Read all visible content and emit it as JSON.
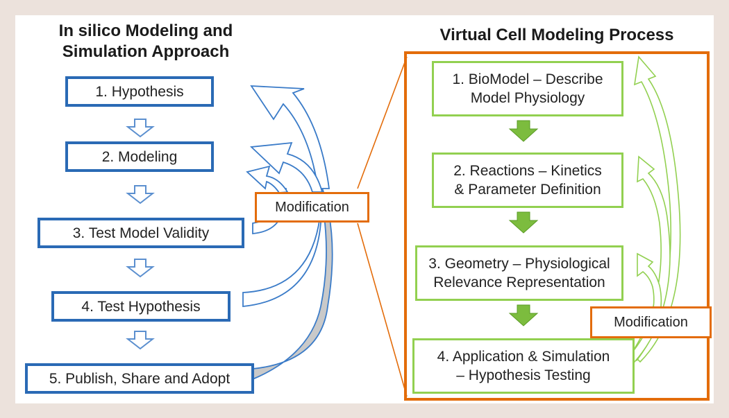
{
  "left": {
    "title_line1": "In silico Modeling and",
    "title_line2": "Simulation Approach",
    "steps": [
      "1. Hypothesis",
      "2. Modeling",
      "3. Test Model Validity",
      "4. Test Hypothesis",
      "5. Publish, Share and Adopt"
    ]
  },
  "right": {
    "title": "Virtual Cell Modeling Process",
    "steps": [
      {
        "line1": "1. BioModel – Describe",
        "line2": "Model Physiology"
      },
      {
        "line1": "2. Reactions – Kinetics",
        "line2": "& Parameter Definition"
      },
      {
        "line1": "3. Geometry – Physiological",
        "line2": "Relevance Representation"
      },
      {
        "line1": "4. Application & Simulation",
        "line2": "– Hypothesis Testing"
      }
    ]
  },
  "modification_left": "Modification",
  "modification_right": "Modification",
  "colors": {
    "blue": "#2a6ab5",
    "green": "#92d050",
    "orange": "#e36c0a",
    "background": "#ece2dc"
  }
}
